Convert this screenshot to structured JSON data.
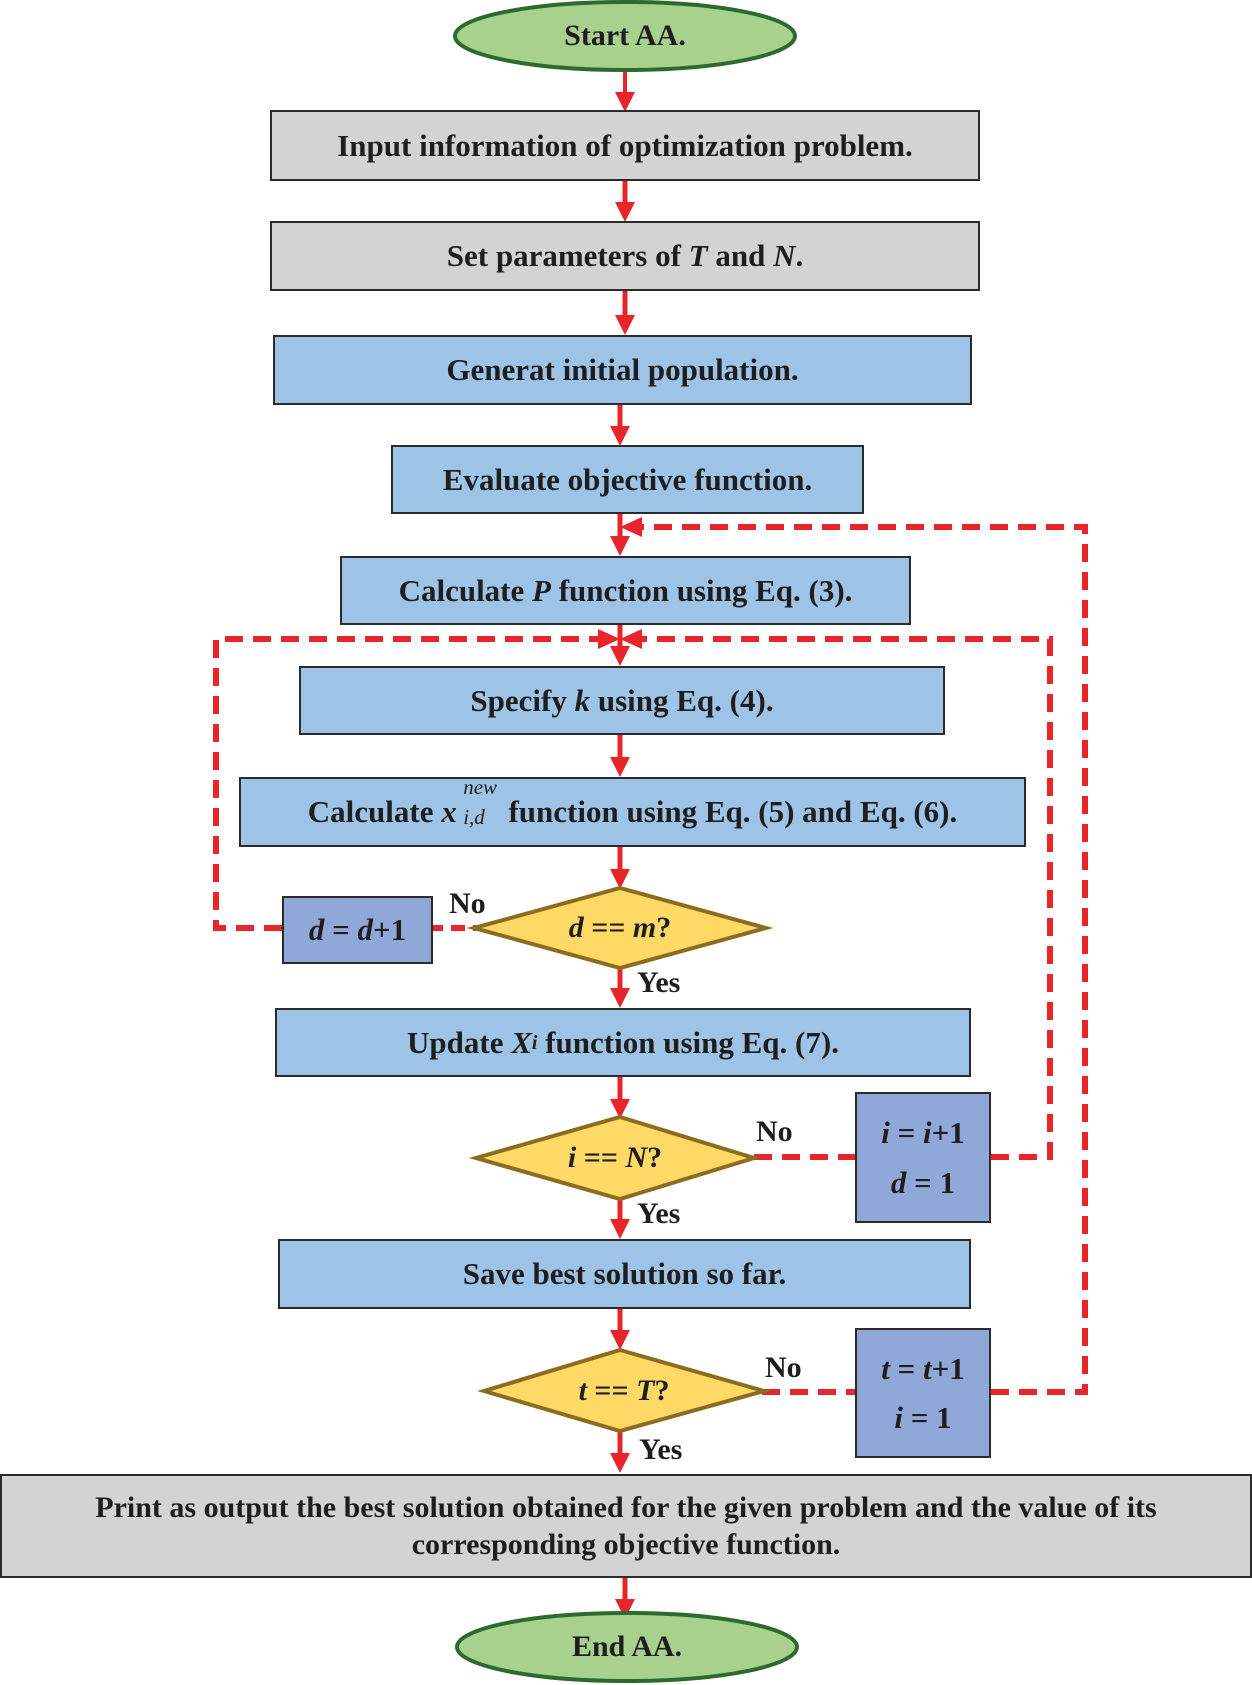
{
  "start": "Start AA.",
  "input": "Input information of optimization problem.",
  "set_params": {
    "pre": "Set parameters of ",
    "v1": "T",
    "mid": " and ",
    "v2": "N",
    "post": "."
  },
  "generate": "Generat initial population.",
  "evaluate": "Evaluate objective function.",
  "calc_p": {
    "pre": "Calculate ",
    "var": "P",
    "post": " function using Eq. (3)."
  },
  "specify_k": {
    "pre": "Specify ",
    "var": "k",
    "post": " using Eq. (4)."
  },
  "calc_x": {
    "pre": "Calculate ",
    "var": "x",
    "sup": "new",
    "sub": "i,d",
    "post": " function using Eq. (5) and Eq. (6)."
  },
  "d_update": {
    "v1": "d",
    "eq": " = ",
    "v2": "d",
    "post": "+1"
  },
  "dec_d": {
    "v1": "d",
    "eq": " == ",
    "v2": "m",
    "post": "?"
  },
  "update_x": {
    "pre": "Update ",
    "var": "X",
    "sub": "i",
    "post": " function using Eq. (7)."
  },
  "dec_i": {
    "v1": "i",
    "eq": " == ",
    "v2": "N",
    "post": "?"
  },
  "i_update": {
    "line1": {
      "v1": "i",
      "eq": " = ",
      "v2": "i",
      "post": "+1"
    },
    "line2": {
      "v1": "d",
      "post": " = 1"
    }
  },
  "save": "Save best solution so far.",
  "dec_t": {
    "v1": "t",
    "eq": " == ",
    "v2": "T",
    "post": "?"
  },
  "t_update": {
    "line1": {
      "v1": "t",
      "eq": " = ",
      "v2": "t",
      "post": "+1"
    },
    "line2": {
      "v1": "i",
      "post": " = 1"
    }
  },
  "print": "Print as output the best solution obtained for the given problem and the value of its corresponding objective function.",
  "end": "End AA.",
  "labels": {
    "no": "No",
    "yes": "Yes"
  },
  "colors": {
    "terminal_fill": "#a9d18e",
    "terminal_stroke": "#2d6a2d",
    "gray_fill": "#d3d3d4",
    "blue_fill": "#9dc3e6",
    "dark_blue_fill": "#8fa8d8",
    "decision_fill": "#ffd966",
    "decision_stroke": "#8c6d1f",
    "arrow": "#e8252b"
  }
}
